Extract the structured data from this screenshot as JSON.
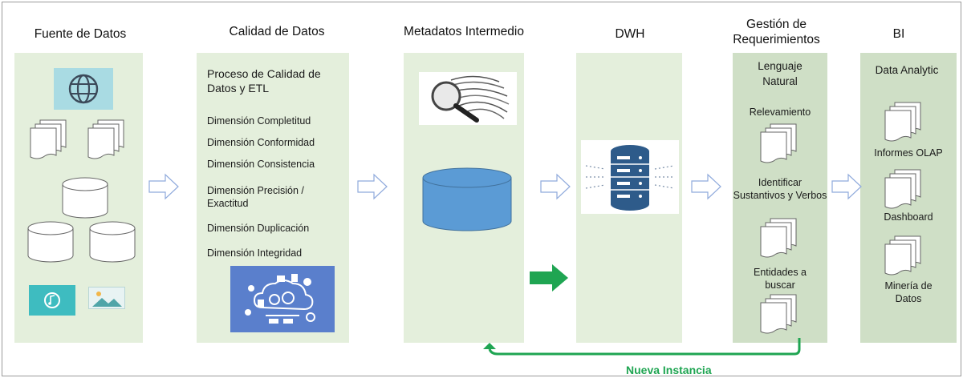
{
  "columns": {
    "fuente": "Fuente de Datos",
    "calidad": "Calidad de Datos",
    "metadatos": "Metadatos Intermedio",
    "dwh": "DWH",
    "gestion": "Gestión de Requerimientos",
    "bi": "BI"
  },
  "calidad": {
    "proceso": "Proceso de Calidad de Datos y ETL",
    "dimensiones": [
      "Dimensión Completitud",
      "Dimensión Conformidad",
      "Dimensión Consistencia",
      "Dimensión Precisión / Exactitud",
      "Dimensión Duplicación",
      "Dimensión Integridad"
    ]
  },
  "gestion": {
    "lenguaje": "Lenguaje Natural",
    "relevamiento": "Relevamiento",
    "identificar": "Identificar Sustantivos y Verbos",
    "entidades": "Entidades a buscar"
  },
  "bi": {
    "analytic": "Data Analytic",
    "olap": "Informes OLAP",
    "dashboard": "Dashboard",
    "mineria": "Minería de Datos"
  },
  "feedback_label": "Nueva Instancia",
  "colors": {
    "panel": "#e4efdc",
    "panel_dark": "#cfdfc6",
    "cylinder": "#5b9bd5",
    "green_arrow": "#1fa552",
    "icon_stroke": "#666666",
    "arrow_stroke": "#8faadc"
  },
  "icons": [
    "globe-icon",
    "document-stack-icon",
    "database-icon",
    "music-icon",
    "image-icon",
    "fingerprint-icon",
    "cloud-network-icon",
    "server-icon"
  ]
}
